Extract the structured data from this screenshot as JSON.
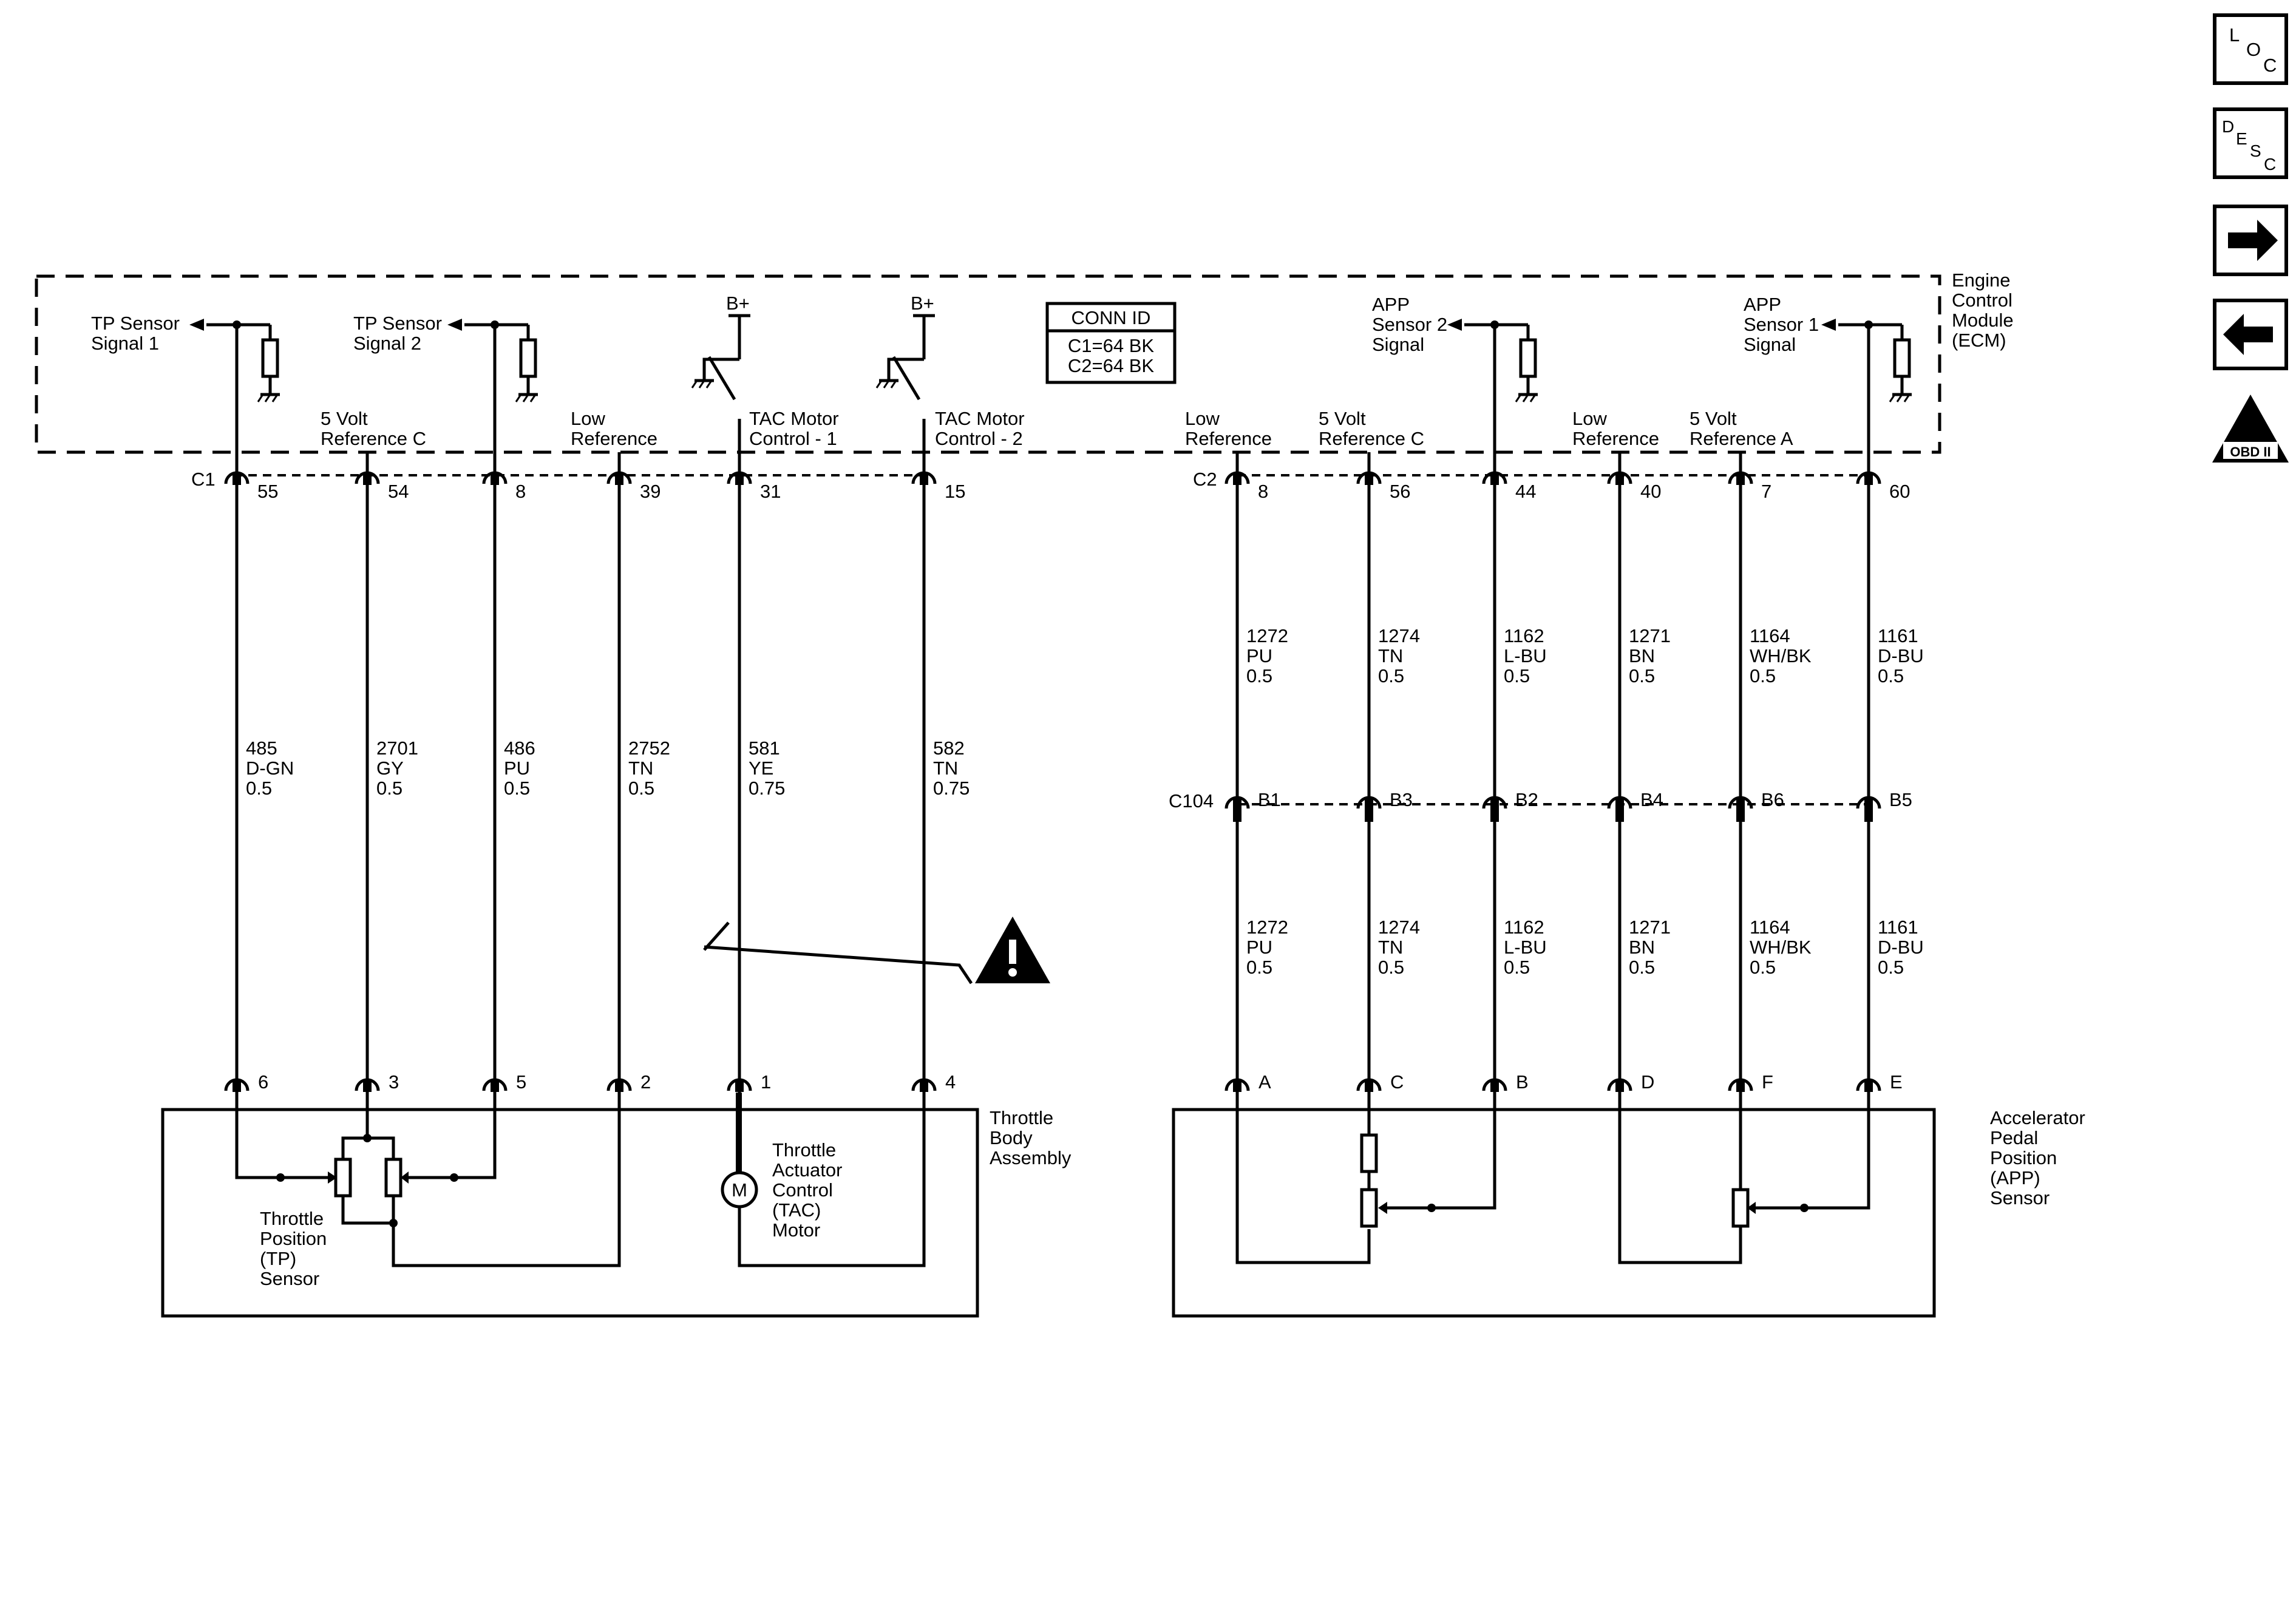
{
  "ecm": {
    "title": [
      "Engine",
      "Control",
      "Module",
      "(ECM)"
    ],
    "conn_id": {
      "title": "CONN ID",
      "lines": [
        "C1=64 BK",
        "C2=64 BK"
      ]
    },
    "bplus": "B+"
  },
  "nav": {
    "loc": [
      "L",
      "O",
      "C"
    ],
    "desc": [
      "D",
      "E",
      "S",
      "C"
    ],
    "obd_numeral": "II",
    "obd_text": "OBD II"
  },
  "c1": {
    "connector": "C1",
    "circuits": [
      {
        "pin": "55",
        "label": [
          "TP Sensor",
          "Signal 1"
        ],
        "wire": [
          "485",
          "D-GN",
          "0.5"
        ],
        "tb_pin": "6"
      },
      {
        "pin": "54",
        "label": [
          "5 Volt",
          "Reference C"
        ],
        "wire": [
          "2701",
          "GY",
          "0.5"
        ],
        "tb_pin": "3"
      },
      {
        "pin": "8",
        "label": [
          "TP Sensor",
          "Signal 2"
        ],
        "wire": [
          "486",
          "PU",
          "0.5"
        ],
        "tb_pin": "5"
      },
      {
        "pin": "39",
        "label": [
          "Low",
          "Reference"
        ],
        "wire": [
          "2752",
          "TN",
          "0.5"
        ],
        "tb_pin": "2"
      },
      {
        "pin": "31",
        "label": [
          "TAC Motor",
          "Control - 1"
        ],
        "wire": [
          "581",
          "YE",
          "0.75"
        ],
        "tb_pin": "1"
      },
      {
        "pin": "15",
        "label": [
          "TAC Motor",
          "Control - 2"
        ],
        "wire": [
          "582",
          "TN",
          "0.75"
        ],
        "tb_pin": "4"
      }
    ]
  },
  "c2": {
    "connector": "C2",
    "inline_connector": "C104",
    "circuits": [
      {
        "pin": "8",
        "label": [
          "Low",
          "Reference"
        ],
        "wire": [
          "1272",
          "PU",
          "0.5"
        ],
        "c104_pin": "B1",
        "app_pin": "A"
      },
      {
        "pin": "56",
        "label": [
          "5 Volt",
          "Reference C"
        ],
        "wire": [
          "1274",
          "TN",
          "0.5"
        ],
        "c104_pin": "B3",
        "app_pin": "C"
      },
      {
        "pin": "44",
        "label": [
          "APP",
          "Sensor 2",
          "Signal"
        ],
        "wire": [
          "1162",
          "L-BU",
          "0.5"
        ],
        "c104_pin": "B2",
        "app_pin": "B"
      },
      {
        "pin": "40",
        "label": [
          "Low",
          "Reference"
        ],
        "wire": [
          "1271",
          "BN",
          "0.5"
        ],
        "c104_pin": "B4",
        "app_pin": "D"
      },
      {
        "pin": "7",
        "label": [
          "5 Volt",
          "Reference A"
        ],
        "wire": [
          "1164",
          "WH/BK",
          "0.5"
        ],
        "c104_pin": "B6",
        "app_pin": "F"
      },
      {
        "pin": "60",
        "label": [
          "APP",
          "Sensor 1",
          "Signal"
        ],
        "wire": [
          "1161",
          "D-BU",
          "0.5"
        ],
        "c104_pin": "B5",
        "app_pin": "E"
      }
    ]
  },
  "throttle_body": {
    "title": [
      "Throttle",
      "Body",
      "Assembly"
    ],
    "tp_sensor": [
      "Throttle",
      "Position",
      "(TP)",
      "Sensor"
    ],
    "tac_motor": [
      "Throttle",
      "Actuator",
      "Control",
      "(TAC)",
      "Motor"
    ],
    "motor_symbol": "M"
  },
  "app_sensor": {
    "title": [
      "Accelerator",
      "Pedal",
      "Position",
      "(APP)",
      "Sensor"
    ]
  }
}
